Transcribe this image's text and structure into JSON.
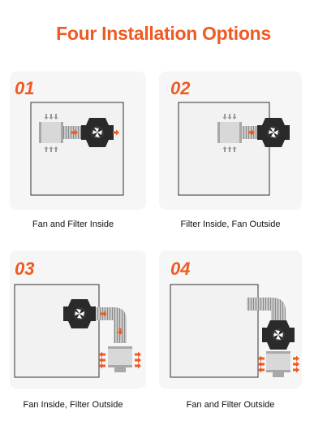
{
  "title": "Four Installation Options",
  "accent_color": "#f05a22",
  "options": [
    {
      "number": "01",
      "label": "Fan and Filter Inside"
    },
    {
      "number": "02",
      "label": "Filter Inside, Fan Outside"
    },
    {
      "number": "03",
      "label": "Fan Inside, Filter Outside"
    },
    {
      "number": "04",
      "label": "Fan and Filter Outside"
    }
  ]
}
